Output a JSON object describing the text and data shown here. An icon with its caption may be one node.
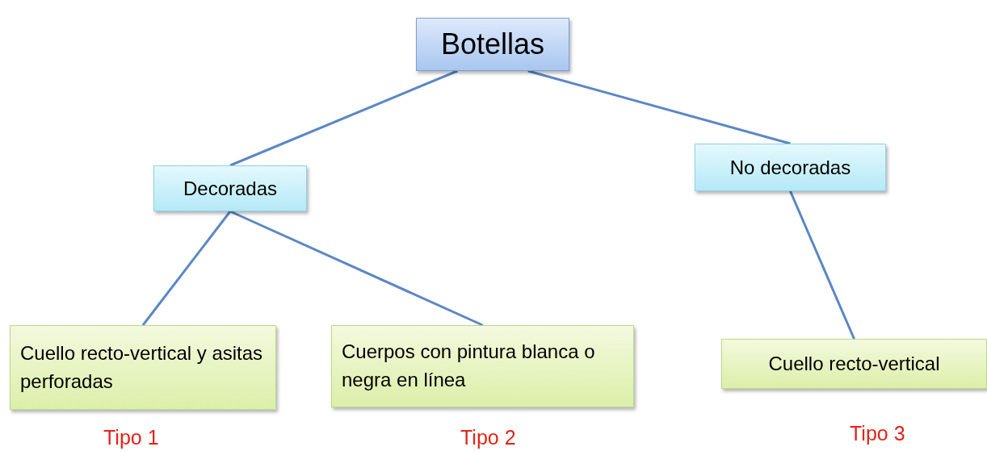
{
  "diagram": {
    "nodes": [
      {
        "text": [
          "Botellas"
        ]
      },
      {
        "text": [
          "Decoradas"
        ]
      },
      {
        "text": [
          "No decoradas"
        ]
      },
      {
        "text": [
          "Cuello recto-vertical y asitas perforadas"
        ],
        "beside": [
          "Tipo 1"
        ]
      },
      {
        "text": [
          "Cuerpos con pintura blanca o negra en línea"
        ],
        "beside": [
          "Tipo 2"
        ]
      },
      {
        "text": [
          "Cuello recto-vertical"
        ],
        "beside": [
          "Tipo 3"
        ]
      }
    ],
    "edges": [
      {
        "from": 0,
        "to": 1,
        "arrow": "none"
      },
      {
        "from": 0,
        "to": 2,
        "arrow": "none"
      },
      {
        "from": 1,
        "to": 3,
        "arrow": "none"
      },
      {
        "from": 1,
        "to": 4,
        "arrow": "none"
      },
      {
        "from": 2,
        "to": 5,
        "arrow": "none"
      }
    ]
  }
}
